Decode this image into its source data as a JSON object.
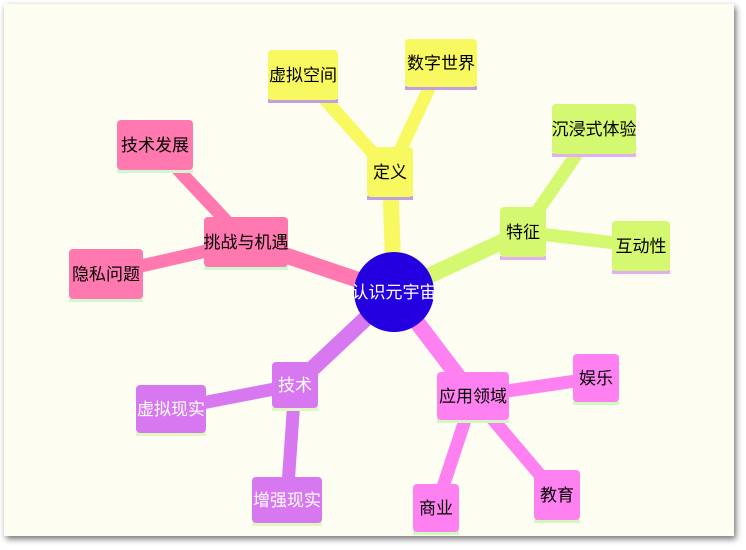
{
  "root": {
    "label": "认识元宇宙",
    "color": "#2400e0",
    "text_color": "#ffffff"
  },
  "branches": [
    {
      "label": "定义",
      "color": "#f8f860",
      "underline": "#c0a0e0",
      "text_color": "#000000",
      "children": [
        {
          "label": "虚拟空间"
        },
        {
          "label": "数字世界"
        }
      ]
    },
    {
      "label": "特征",
      "color": "#d4f870",
      "underline": "#e0b0f0",
      "text_color": "#000000",
      "children": [
        {
          "label": "沉浸式体验"
        },
        {
          "label": "互动性"
        }
      ]
    },
    {
      "label": "应用领域",
      "color": "#ff80f0",
      "underline": "#d0f8c0",
      "text_color": "#000000",
      "children": [
        {
          "label": "娱乐"
        },
        {
          "label": "教育"
        },
        {
          "label": "商业"
        }
      ]
    },
    {
      "label": "技术",
      "color": "#d878f0",
      "underline": "#e0f8c0",
      "text_color": "#ffffff",
      "children": [
        {
          "label": "虚拟现实"
        },
        {
          "label": "增强现实"
        }
      ]
    },
    {
      "label": "挑战与机遇",
      "color": "#ff78b0",
      "underline": "#d0f8d0",
      "text_color": "#000000",
      "children": [
        {
          "label": "技术发展"
        },
        {
          "label": "隐私问题"
        }
      ]
    }
  ]
}
